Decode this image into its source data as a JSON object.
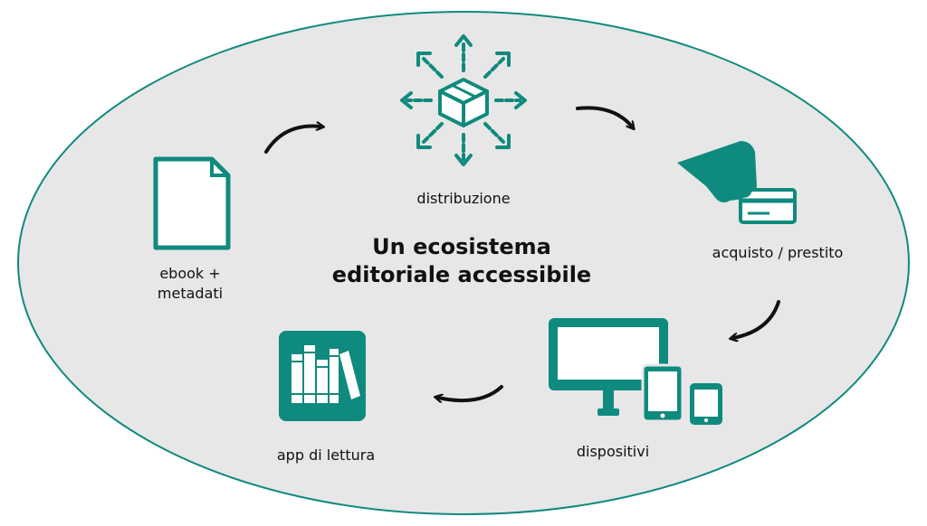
{
  "title": {
    "line1": "Un ecosistema",
    "line2": "editoriale accessibile"
  },
  "nodes": [
    {
      "id": "ebook",
      "label_line1": "ebook +",
      "label_line2": "metadati",
      "icon": "document-icon"
    },
    {
      "id": "distribuzione",
      "label": "distribuzione",
      "icon": "box-distribution-icon"
    },
    {
      "id": "acquisto",
      "label": "acquisto / prestito",
      "icon": "hand-card-icon"
    },
    {
      "id": "dispositivi",
      "label": "dispositivi",
      "icon": "devices-icon"
    },
    {
      "id": "app",
      "label": "app di lettura",
      "icon": "books-app-icon"
    }
  ],
  "colors": {
    "teal": "#0f8a7e",
    "ellipse_fill": "#e7e7e7",
    "ellipse_stroke": "#0f8a7e",
    "arrow": "#111111"
  }
}
